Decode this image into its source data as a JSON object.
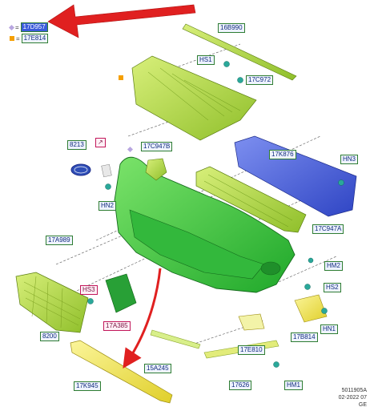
{
  "legend": [
    {
      "symbol": "diamond",
      "color": "#b8a6e0",
      "code": "17D957",
      "highlighted": true
    },
    {
      "symbol": "square",
      "color": "#f59f00",
      "code": "17E814",
      "highlighted": false
    }
  ],
  "arrow_color": "#e02020",
  "part_labels": {
    "l16B990": "16B990",
    "lHS1": "HS1",
    "l17C972": "17C972",
    "l8213": "8213",
    "l17C947B": "17C947B",
    "l17K876": "17K876",
    "lHN3": "HN3",
    "lHN2": "HN2",
    "l17A989": "17A989",
    "l17C947A": "17C947A",
    "lHM2": "HM2",
    "lHS3": "HS3",
    "l17A385": "17A385",
    "lHS2": "HS2",
    "l8200": "8200",
    "l17B814": "17B814",
    "lHN1": "HN1",
    "l17E810": "17E810",
    "l15A245": "15A245",
    "l17626": "17626",
    "lHM1": "HM1",
    "l17K945": "17K945"
  },
  "footer": {
    "line1": "5011905A",
    "line2": "02-2022 07",
    "line3": "GE"
  }
}
